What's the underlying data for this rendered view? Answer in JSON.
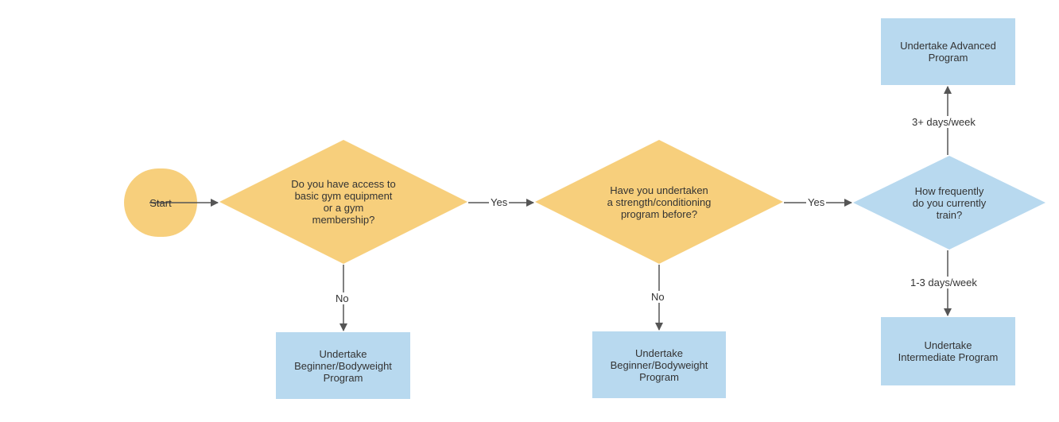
{
  "colors": {
    "terminal": "#F7CF7C",
    "decision_yellow": "#F7CF7C",
    "decision_blue": "#B8D9EF",
    "process": "#B8D9EF",
    "connector": "#555555",
    "text": "#333333"
  },
  "nodes": {
    "start": {
      "label": "Start"
    },
    "q_gym_access": {
      "label": "Do you have access to\nbasic gym equipment\nor a gym\nmembership?"
    },
    "q_prior_program": {
      "label": "Have you undertaken\na strength/conditioning\nprogram before?"
    },
    "q_frequency": {
      "label": "How frequently\ndo you currently\ntrain?"
    },
    "beginner_1": {
      "label": "Undertake\nBeginner/Bodyweight\nProgram"
    },
    "beginner_2": {
      "label": "Undertake\nBeginner/Bodyweight\nProgram"
    },
    "advanced": {
      "label": "Undertake Advanced\nProgram"
    },
    "intermediate": {
      "label": "Undertake\nIntermediate Program"
    }
  },
  "edges": {
    "gym_yes": "Yes",
    "gym_no": "No",
    "prior_yes": "Yes",
    "prior_no": "No",
    "freq_high": "3+ days/week",
    "freq_low": "1-3 days/week"
  }
}
